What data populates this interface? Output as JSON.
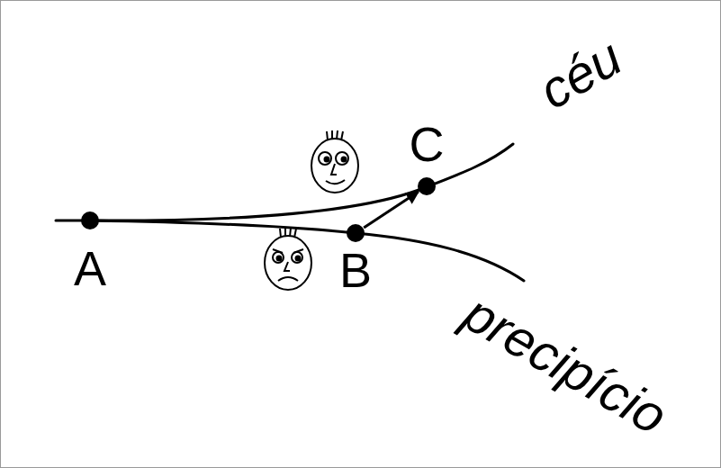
{
  "diagram": {
    "nodes": [
      {
        "text": [
          "A"
        ]
      },
      {
        "text": [
          "B"
        ]
      },
      {
        "text": [
          "C"
        ]
      }
    ],
    "edges": [
      {
        "from": 1,
        "to": 2,
        "arrow": "to"
      }
    ],
    "labels": [
      "céu",
      "precipício"
    ]
  }
}
